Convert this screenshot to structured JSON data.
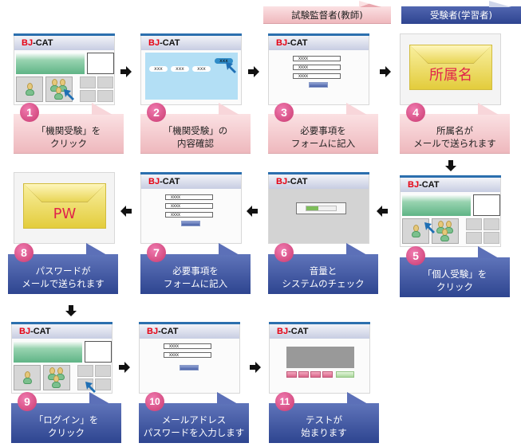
{
  "roles": {
    "proctor": "試験監督者(教師)",
    "examinee": "受験者(学習者)"
  },
  "app": {
    "brand_red": "BJ",
    "brand_rest": "-CAT"
  },
  "colors": {
    "proctor_pink": "#efb8bd",
    "examinee_blue": "#2e4590",
    "badge_magenta": "#c9396f",
    "brand_red": "#e60012",
    "titlebar_line": "#2b6fae"
  },
  "steps": [
    {
      "number": "1",
      "role": "proctor",
      "line1": "「機関受験」を",
      "line2": "クリック"
    },
    {
      "number": "2",
      "role": "proctor",
      "line1": "「機関受験」の",
      "line2": "内容確認"
    },
    {
      "number": "3",
      "role": "proctor",
      "line1": "必要事項を",
      "line2": "フォームに記入"
    },
    {
      "number": "4",
      "role": "proctor",
      "line1": "所属名が",
      "line2": "メールで送られます"
    },
    {
      "number": "5",
      "role": "examinee",
      "line1": "「個人受験」を",
      "line2": "クリック"
    },
    {
      "number": "6",
      "role": "examinee",
      "line1": "音量と",
      "line2": "システムのチェック"
    },
    {
      "number": "7",
      "role": "examinee",
      "line1": "必要事項を",
      "line2": "フォームに記入"
    },
    {
      "number": "8",
      "role": "examinee",
      "line1": "パスワードが",
      "line2": "メールで送られます"
    },
    {
      "number": "9",
      "role": "examinee",
      "line1": "「ログイン」を",
      "line2": "クリック"
    },
    {
      "number": "10",
      "role": "examinee",
      "line1": "メールアドレス",
      "line2": "パスワードを入力します"
    },
    {
      "number": "11",
      "role": "examinee",
      "line1": "テストが",
      "line2": "始まります"
    }
  ],
  "screens": {
    "step2_pills": [
      "xxx",
      "xxx",
      "xxx"
    ],
    "step2_selected_pill": "xxx",
    "form_field_value": "xxxx",
    "step4_envelope": "所属名",
    "step8_envelope": "PW",
    "step6_progress_percent": 40
  }
}
